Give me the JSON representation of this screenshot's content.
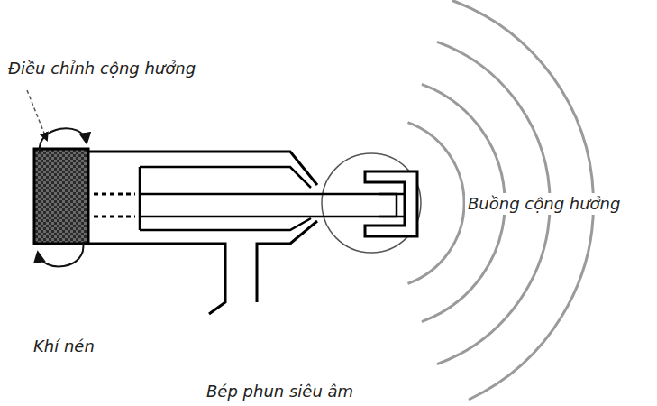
{
  "diagram": {
    "caption": "Bép phun siêu âm",
    "labels": [
      "Điều chỉnh cộng hưởng",
      "Khí nén",
      "Buồng cộng hưởng"
    ]
  }
}
